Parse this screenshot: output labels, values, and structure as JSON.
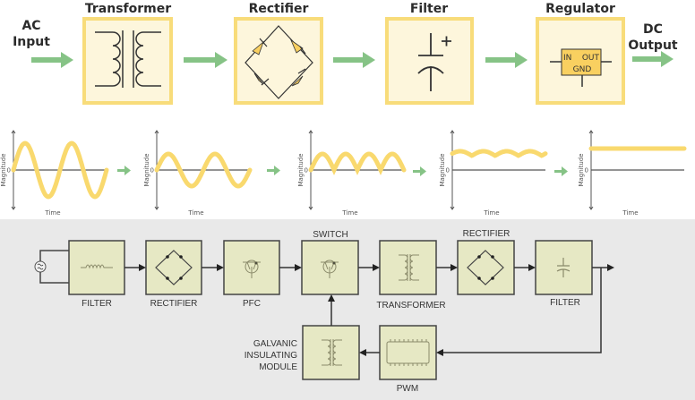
{
  "top_chain": {
    "input_label": [
      "AC",
      "Input"
    ],
    "output_label": [
      "DC",
      "Output"
    ],
    "blocks": [
      {
        "title": "Transformer",
        "icon": "transformer-icon"
      },
      {
        "title": "Rectifier",
        "icon": "bridge-rectifier-icon"
      },
      {
        "title": "Filter",
        "icon": "capacitor-icon"
      },
      {
        "title": "Regulator",
        "icon": "regulator-ic-icon",
        "pins": {
          "in": "IN",
          "out": "OUT",
          "gnd": "GND"
        }
      }
    ]
  },
  "waveforms": [
    {
      "name": "ac-input",
      "ylabel": "Magnitude",
      "xlabel": "Time",
      "zero": "0"
    },
    {
      "name": "transformed",
      "ylabel": "Magnitude",
      "xlabel": "Time",
      "zero": "0"
    },
    {
      "name": "rectified",
      "ylabel": "Magnitude",
      "xlabel": "Time",
      "zero": "0"
    },
    {
      "name": "filtered",
      "ylabel": "Magnitude",
      "xlabel": "Time",
      "zero": "0"
    },
    {
      "name": "regulated",
      "ylabel": "Magnitude",
      "xlabel": "Time",
      "zero": "0"
    }
  ],
  "smps": {
    "blocks": [
      {
        "label": "FILTER",
        "icon": "inductor-icon"
      },
      {
        "label": "RECTIFIER",
        "icon": "bridge-rectifier-icon"
      },
      {
        "label": "PFC",
        "icon": "transistor-icon"
      },
      {
        "label": "SWITCH",
        "icon": "transistor-icon"
      },
      {
        "label": "TRANSFORMER",
        "icon": "transformer-icon"
      },
      {
        "label": "RECTIFIER",
        "icon": "bridge-rectifier-icon"
      },
      {
        "label": "FILTER",
        "icon": "capacitor-icon"
      }
    ],
    "feedback": [
      {
        "label": [
          "GALVANIC",
          "INSULATING",
          "MODULE"
        ],
        "icon": "transformer-icon"
      },
      {
        "label": "PWM",
        "icon": "ic-chip-icon"
      }
    ]
  },
  "colors": {
    "block_border": "#f8dc7a",
    "block_fill": "#fdf6dc",
    "arrow": "#86c386",
    "wave": "#f9d96e",
    "panel_bg": "#e9e9e9",
    "smps_block_fill": "#e6e8c4"
  }
}
